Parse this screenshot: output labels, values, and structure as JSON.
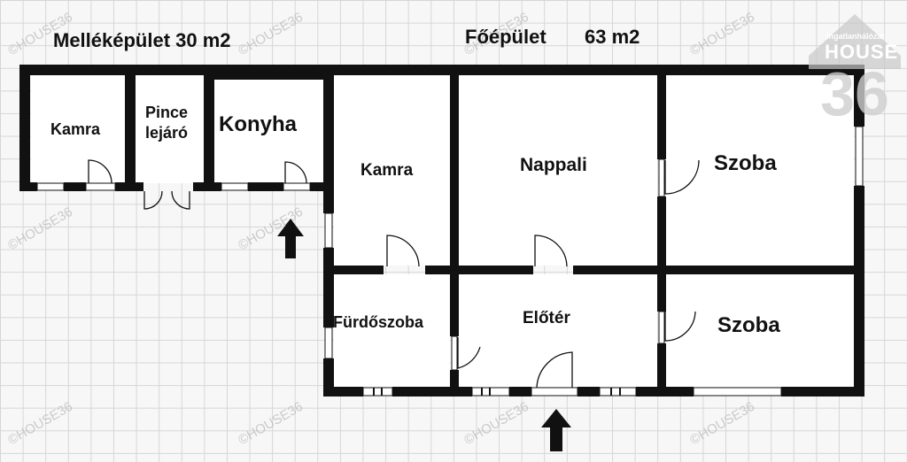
{
  "headings": {
    "annex": "Melléképület 30 m2",
    "main": "Főépület",
    "main_area": "63 m2"
  },
  "rooms": {
    "kamra_small": "Kamra",
    "pince_1": "Pince",
    "pince_2": "lejáró",
    "konyha": "Konyha",
    "kamra_large": "Kamra",
    "nappali": "Nappali",
    "szoba_top": "Szoba",
    "furdoszoba": "Fürdőszoba",
    "eloter": "Előtér",
    "szoba_bottom": "Szoba"
  },
  "watermark": "©HOUSE36",
  "logo": {
    "tagline": "Ingatlanhálózat",
    "brand": "HOUSE",
    "number": "36"
  },
  "colors": {
    "wall": "#111111",
    "grid": "#d6d6d6",
    "room_fill": "#ffffff"
  },
  "icons": [
    "entrance-arrow-icon",
    "entrance-arrow-icon"
  ]
}
